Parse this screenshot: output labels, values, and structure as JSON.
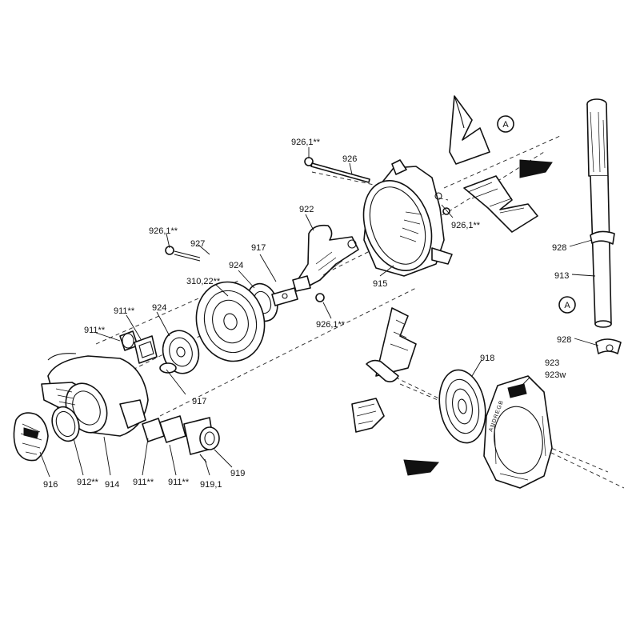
{
  "labels": {
    "l926_1_top": "926,1**",
    "l926": "926",
    "l922": "922",
    "l926_1_right": "926,1**",
    "l926_1_left": "926,1**",
    "l927": "927",
    "l917_top": "917",
    "l924_top": "924",
    "l915": "915",
    "l310_22": "310,22**",
    "l926_1_mid": "926,1**",
    "l911_a": "911**",
    "l924_left": "924",
    "l911_b": "911**",
    "l917_bottom": "917",
    "l916": "916",
    "l912": "912**",
    "l914": "914",
    "l911_c": "911**",
    "l911_d": "911**",
    "l919_1": "919,1",
    "l919": "919",
    "l918": "918",
    "l923": "923",
    "l923w": "923w",
    "l928_top": "928",
    "l913": "913",
    "l928_bottom": "928"
  },
  "callouts": {
    "a_top": "A",
    "a_bottom": "A"
  },
  "icons": {
    "arrow_top": "flow-arrow-icon",
    "arrow_bottom": "flow-arrow-icon"
  }
}
